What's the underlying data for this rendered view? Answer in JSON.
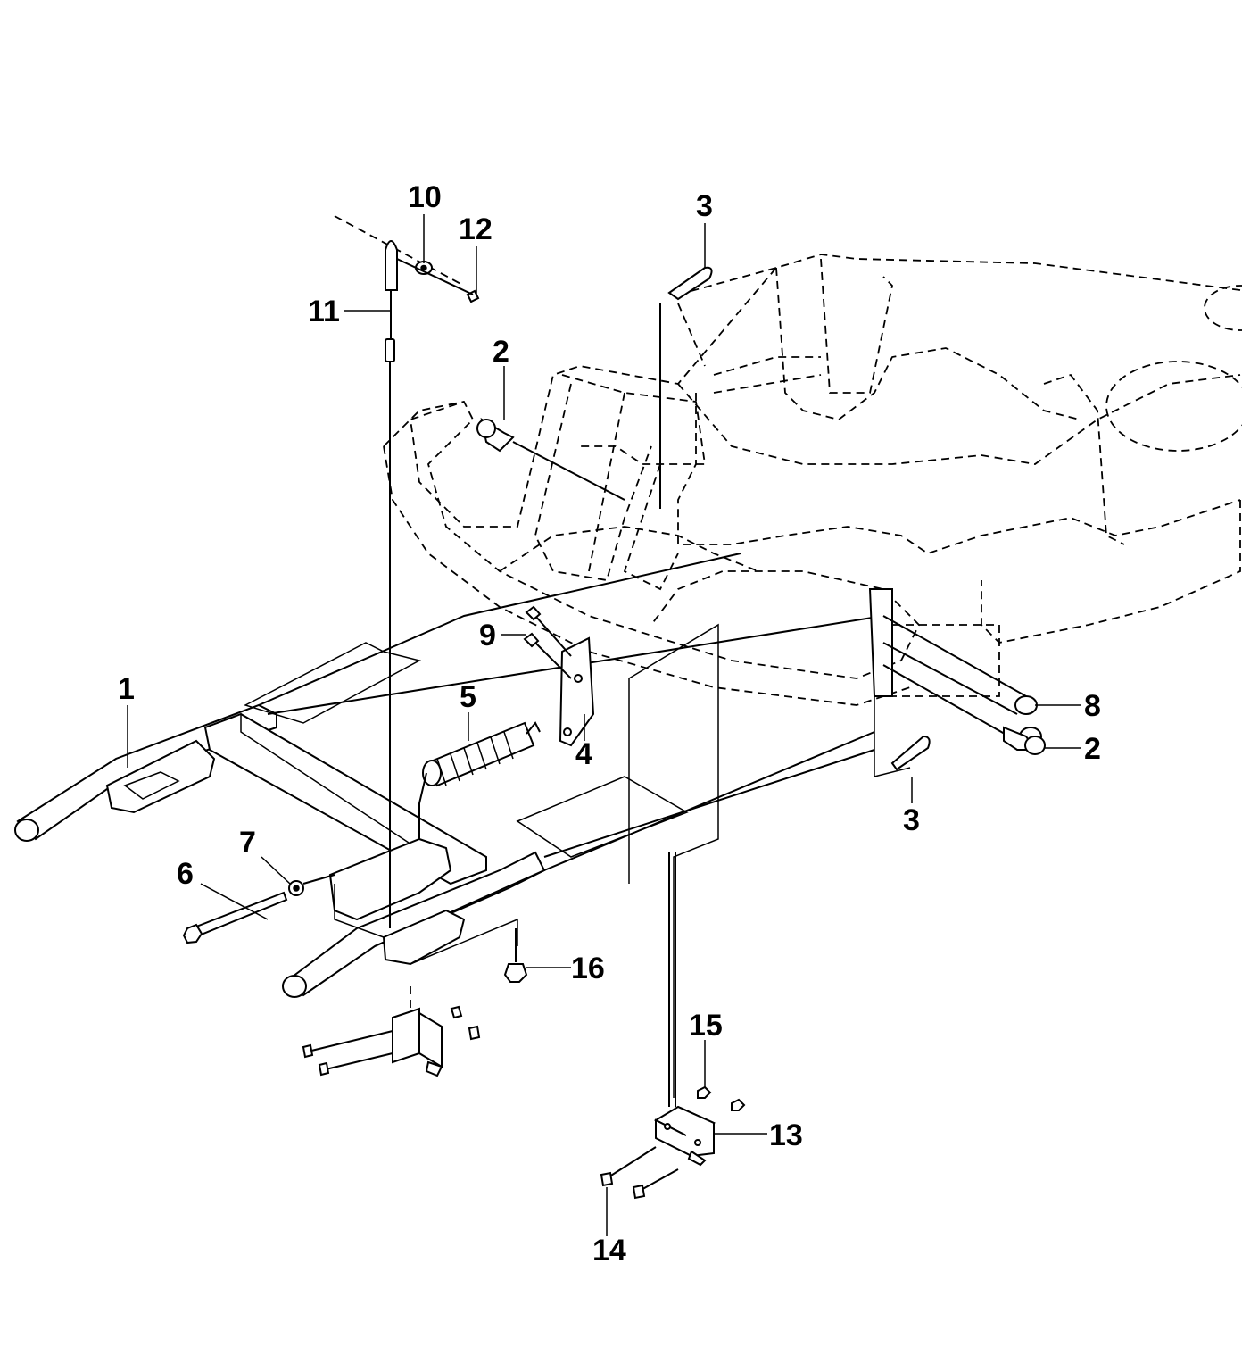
{
  "diagram": {
    "callouts": [
      {
        "id": "c1",
        "text": "1"
      },
      {
        "id": "c2a",
        "text": "2"
      },
      {
        "id": "c2b",
        "text": "2"
      },
      {
        "id": "c3a",
        "text": "3"
      },
      {
        "id": "c3b",
        "text": "3"
      },
      {
        "id": "c4",
        "text": "4"
      },
      {
        "id": "c5",
        "text": "5"
      },
      {
        "id": "c6",
        "text": "6"
      },
      {
        "id": "c7",
        "text": "7"
      },
      {
        "id": "c8",
        "text": "8"
      },
      {
        "id": "c9",
        "text": "9"
      },
      {
        "id": "c10",
        "text": "10"
      },
      {
        "id": "c11",
        "text": "11"
      },
      {
        "id": "c12",
        "text": "12"
      },
      {
        "id": "c13",
        "text": "13"
      },
      {
        "id": "c14",
        "text": "14"
      },
      {
        "id": "c15",
        "text": "15"
      },
      {
        "id": "c16",
        "text": "16"
      }
    ]
  }
}
